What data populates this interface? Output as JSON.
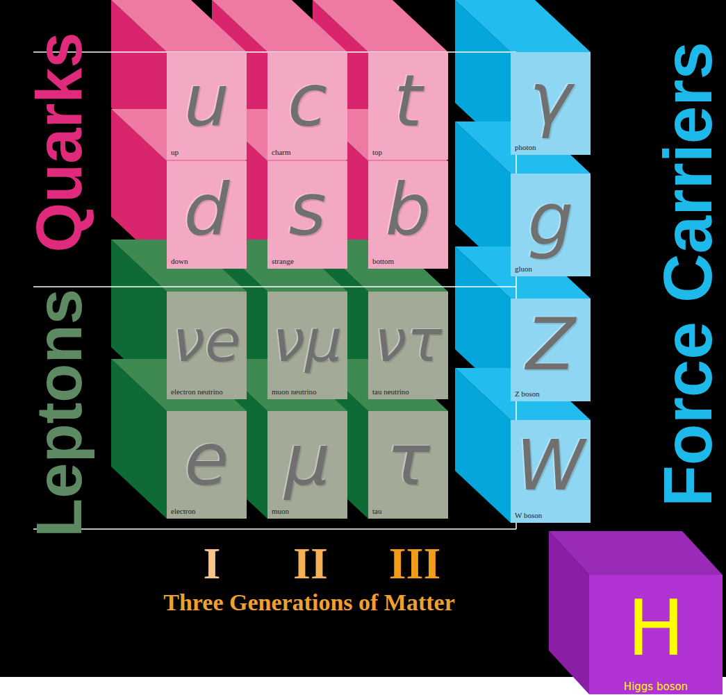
{
  "diagram": {
    "nodes": [
      {
        "text": [
          "u",
          "up"
        ]
      },
      {
        "text": [
          "c",
          "charm"
        ]
      },
      {
        "text": [
          "t",
          "top"
        ]
      },
      {
        "text": [
          "γ",
          "photon"
        ]
      },
      {
        "text": [
          "d",
          "down"
        ]
      },
      {
        "text": [
          "s",
          "strange"
        ]
      },
      {
        "text": [
          "b",
          "bottom"
        ]
      },
      {
        "text": [
          "g",
          "gluon"
        ]
      },
      {
        "text": [
          "νe",
          "electron neutrino"
        ]
      },
      {
        "text": [
          "νμ",
          "muon neutrino"
        ]
      },
      {
        "text": [
          "ντ",
          "tau neutrino"
        ]
      },
      {
        "text": [
          "Z",
          "Z boson"
        ]
      },
      {
        "text": [
          "e",
          "electron"
        ]
      },
      {
        "text": [
          "μ",
          "muon"
        ]
      },
      {
        "text": [
          "τ",
          "tau"
        ]
      },
      {
        "text": [
          "W",
          "W boson"
        ]
      },
      {
        "text": [
          "H",
          "Higgs boson"
        ]
      }
    ],
    "labels": [
      "Quarks",
      "Leptons",
      "Force Carriers",
      "I",
      "II",
      "III",
      "Three Generations of Matter"
    ]
  }
}
